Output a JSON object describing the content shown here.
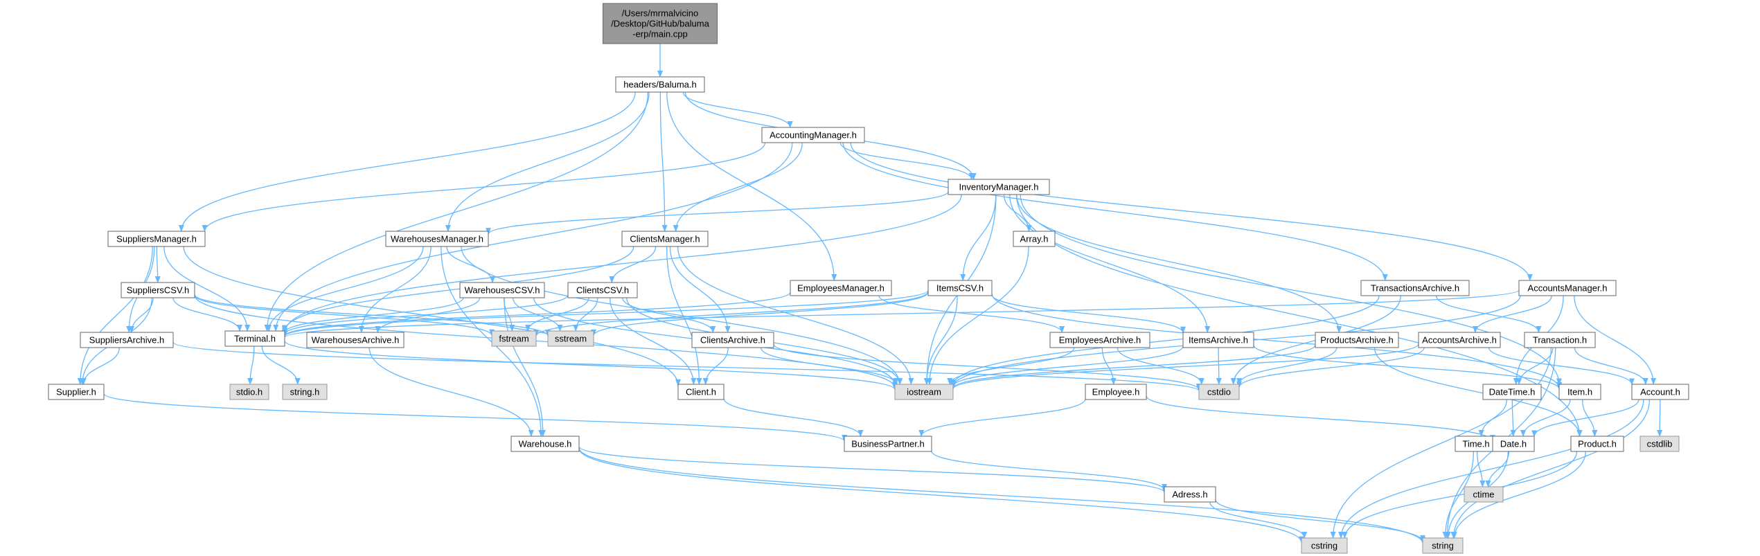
{
  "colors": {
    "edge": "#63b8ff",
    "file_fill": "#ffffff",
    "file_border": "#666666",
    "system_fill": "#e0e0e0",
    "system_border": "#999999",
    "root_fill": "#999999",
    "root_border": "#666666",
    "text": "#000000"
  },
  "diagram": {
    "nodes": [
      {
        "id": "main",
        "label": [
          "/Users/mrmalvicino",
          "/Desktop/GitHub/baluma",
          "-erp/main.cpp"
        ],
        "kind": "root"
      },
      {
        "id": "baluma",
        "label": [
          "headers/Baluma.h"
        ],
        "kind": "file"
      },
      {
        "id": "accountingmgr",
        "label": [
          "AccountingManager.h"
        ],
        "kind": "file"
      },
      {
        "id": "inventorymgr",
        "label": [
          "InventoryManager.h"
        ],
        "kind": "file"
      },
      {
        "id": "suppliersmgr",
        "label": [
          "SuppliersManager.h"
        ],
        "kind": "file"
      },
      {
        "id": "warehousesmgr",
        "label": [
          "WarehousesManager.h"
        ],
        "kind": "file"
      },
      {
        "id": "clientsmgr",
        "label": [
          "ClientsManager.h"
        ],
        "kind": "file"
      },
      {
        "id": "arrayh",
        "label": [
          "Array.h"
        ],
        "kind": "file"
      },
      {
        "id": "employeesmgr",
        "label": [
          "EmployeesManager.h"
        ],
        "kind": "file"
      },
      {
        "id": "itemscsv",
        "label": [
          "ItemsCSV.h"
        ],
        "kind": "file"
      },
      {
        "id": "transactionsarch",
        "label": [
          "TransactionsArchive.h"
        ],
        "kind": "file"
      },
      {
        "id": "accountsmgr",
        "label": [
          "AccountsManager.h"
        ],
        "kind": "file"
      },
      {
        "id": "supplierscsv",
        "label": [
          "SuppliersCSV.h"
        ],
        "kind": "file"
      },
      {
        "id": "warehousescsv",
        "label": [
          "WarehousesCSV.h"
        ],
        "kind": "file"
      },
      {
        "id": "clientscsv",
        "label": [
          "ClientsCSV.h"
        ],
        "kind": "file"
      },
      {
        "id": "terminal",
        "label": [
          "Terminal.h"
        ],
        "kind": "file"
      },
      {
        "id": "fstream",
        "label": [
          "fstream"
        ],
        "kind": "system"
      },
      {
        "id": "sstream",
        "label": [
          "sstream"
        ],
        "kind": "system"
      },
      {
        "id": "suppliersarch",
        "label": [
          "SuppliersArchive.h"
        ],
        "kind": "file"
      },
      {
        "id": "warehousesarch",
        "label": [
          "WarehousesArchive.h"
        ],
        "kind": "file"
      },
      {
        "id": "clientsarch",
        "label": [
          "ClientsArchive.h"
        ],
        "kind": "file"
      },
      {
        "id": "employeesarch",
        "label": [
          "EmployeesArchive.h"
        ],
        "kind": "file"
      },
      {
        "id": "itemsarch",
        "label": [
          "ItemsArchive.h"
        ],
        "kind": "file"
      },
      {
        "id": "productsarch",
        "label": [
          "ProductsArchive.h"
        ],
        "kind": "file"
      },
      {
        "id": "accountsarch",
        "label": [
          "AccountsArchive.h"
        ],
        "kind": "file"
      },
      {
        "id": "transactionh",
        "label": [
          "Transaction.h"
        ],
        "kind": "file"
      },
      {
        "id": "supplierh",
        "label": [
          "Supplier.h"
        ],
        "kind": "file"
      },
      {
        "id": "stdioh",
        "label": [
          "stdio.h"
        ],
        "kind": "system"
      },
      {
        "id": "stringh",
        "label": [
          "string.h"
        ],
        "kind": "system"
      },
      {
        "id": "clienth",
        "label": [
          "Client.h"
        ],
        "kind": "file"
      },
      {
        "id": "iostream",
        "label": [
          "iostream"
        ],
        "kind": "system"
      },
      {
        "id": "cstdio",
        "label": [
          "cstdio"
        ],
        "kind": "system"
      },
      {
        "id": "employeeh",
        "label": [
          "Employee.h"
        ],
        "kind": "file"
      },
      {
        "id": "datetimeh",
        "label": [
          "DateTime.h"
        ],
        "kind": "file"
      },
      {
        "id": "itemh",
        "label": [
          "Item.h"
        ],
        "kind": "file"
      },
      {
        "id": "accounth",
        "label": [
          "Account.h"
        ],
        "kind": "file"
      },
      {
        "id": "warehouseh",
        "label": [
          "Warehouse.h"
        ],
        "kind": "file"
      },
      {
        "id": "businesspartner",
        "label": [
          "BusinessPartner.h"
        ],
        "kind": "file"
      },
      {
        "id": "timeh",
        "label": [
          "Time.h"
        ],
        "kind": "file"
      },
      {
        "id": "dateh",
        "label": [
          "Date.h"
        ],
        "kind": "file"
      },
      {
        "id": "producth",
        "label": [
          "Product.h"
        ],
        "kind": "file"
      },
      {
        "id": "cstdlib",
        "label": [
          "cstdlib"
        ],
        "kind": "system"
      },
      {
        "id": "ctime",
        "label": [
          "ctime"
        ],
        "kind": "system"
      },
      {
        "id": "adressh",
        "label": [
          "Adress.h"
        ],
        "kind": "file"
      },
      {
        "id": "cstring",
        "label": [
          "cstring"
        ],
        "kind": "system"
      },
      {
        "id": "string",
        "label": [
          "string"
        ],
        "kind": "system"
      }
    ],
    "edges": [
      [
        "main",
        "baluma"
      ],
      [
        "baluma",
        "accountingmgr"
      ],
      [
        "baluma",
        "inventorymgr"
      ],
      [
        "baluma",
        "suppliersmgr"
      ],
      [
        "baluma",
        "warehousesmgr"
      ],
      [
        "baluma",
        "clientsmgr"
      ],
      [
        "baluma",
        "employeesmgr"
      ],
      [
        "baluma",
        "terminal"
      ],
      [
        "accountingmgr",
        "inventorymgr"
      ],
      [
        "accountingmgr",
        "suppliersmgr"
      ],
      [
        "accountingmgr",
        "clientsmgr"
      ],
      [
        "accountingmgr",
        "terminal"
      ],
      [
        "accountingmgr",
        "transactionsarch"
      ],
      [
        "accountingmgr",
        "accountsmgr"
      ],
      [
        "inventorymgr",
        "warehousesmgr"
      ],
      [
        "inventorymgr",
        "arrayh"
      ],
      [
        "inventorymgr",
        "itemscsv"
      ],
      [
        "inventorymgr",
        "itemsarch"
      ],
      [
        "inventorymgr",
        "productsarch"
      ],
      [
        "inventorymgr",
        "terminal"
      ],
      [
        "inventorymgr",
        "iostream"
      ],
      [
        "inventorymgr",
        "itemh"
      ],
      [
        "inventorymgr",
        "producth"
      ],
      [
        "suppliersmgr",
        "supplierscsv"
      ],
      [
        "suppliersmgr",
        "suppliersarch"
      ],
      [
        "suppliersmgr",
        "terminal"
      ],
      [
        "suppliersmgr",
        "supplierh"
      ],
      [
        "suppliersmgr",
        "clienth"
      ],
      [
        "warehousesmgr",
        "warehousescsv"
      ],
      [
        "warehousesmgr",
        "warehousesarch"
      ],
      [
        "warehousesmgr",
        "terminal"
      ],
      [
        "warehousesmgr",
        "warehouseh"
      ],
      [
        "warehousesmgr",
        "iostream"
      ],
      [
        "clientsmgr",
        "clientscsv"
      ],
      [
        "clientsmgr",
        "clientsarch"
      ],
      [
        "clientsmgr",
        "terminal"
      ],
      [
        "clientsmgr",
        "clienth"
      ],
      [
        "clientsmgr",
        "iostream"
      ],
      [
        "employeesmgr",
        "employeesarch"
      ],
      [
        "employeesmgr",
        "terminal"
      ],
      [
        "arrayh",
        "iostream"
      ],
      [
        "itemscsv",
        "terminal"
      ],
      [
        "itemscsv",
        "iostream"
      ],
      [
        "itemscsv",
        "fstream"
      ],
      [
        "itemscsv",
        "sstream"
      ],
      [
        "itemscsv",
        "itemsarch"
      ],
      [
        "itemscsv",
        "itemh"
      ],
      [
        "transactionsarch",
        "transactionh"
      ],
      [
        "transactionsarch",
        "iostream"
      ],
      [
        "transactionsarch",
        "cstdio"
      ],
      [
        "accountsmgr",
        "accountsarch"
      ],
      [
        "accountsmgr",
        "terminal"
      ],
      [
        "accountsmgr",
        "iostream"
      ],
      [
        "accountsmgr",
        "accounth"
      ],
      [
        "accountsmgr",
        "datetimeh"
      ],
      [
        "supplierscsv",
        "suppliersarch"
      ],
      [
        "supplierscsv",
        "terminal"
      ],
      [
        "supplierscsv",
        "fstream"
      ],
      [
        "supplierscsv",
        "sstream"
      ],
      [
        "supplierscsv",
        "supplierh"
      ],
      [
        "supplierscsv",
        "iostream"
      ],
      [
        "warehousescsv",
        "warehousesarch"
      ],
      [
        "warehousescsv",
        "terminal"
      ],
      [
        "warehousescsv",
        "fstream"
      ],
      [
        "warehousescsv",
        "sstream"
      ],
      [
        "warehousescsv",
        "warehouseh"
      ],
      [
        "warehousescsv",
        "iostream"
      ],
      [
        "clientscsv",
        "clientsarch"
      ],
      [
        "clientscsv",
        "terminal"
      ],
      [
        "clientscsv",
        "fstream"
      ],
      [
        "clientscsv",
        "sstream"
      ],
      [
        "clientscsv",
        "clienth"
      ],
      [
        "clientscsv",
        "iostream"
      ],
      [
        "terminal",
        "stdioh"
      ],
      [
        "terminal",
        "stringh"
      ],
      [
        "terminal",
        "iostream"
      ],
      [
        "suppliersarch",
        "supplierh"
      ],
      [
        "suppliersarch",
        "cstdio"
      ],
      [
        "warehousesarch",
        "warehouseh"
      ],
      [
        "clientsarch",
        "clienth"
      ],
      [
        "clientsarch",
        "iostream"
      ],
      [
        "clientsarch",
        "cstdio"
      ],
      [
        "employeesarch",
        "employeeh"
      ],
      [
        "employeesarch",
        "iostream"
      ],
      [
        "employeesarch",
        "cstdio"
      ],
      [
        "itemsarch",
        "itemh"
      ],
      [
        "itemsarch",
        "iostream"
      ],
      [
        "itemsarch",
        "cstdio"
      ],
      [
        "productsarch",
        "producth"
      ],
      [
        "productsarch",
        "iostream"
      ],
      [
        "productsarch",
        "cstdio"
      ],
      [
        "accountsarch",
        "accounth"
      ],
      [
        "accountsarch",
        "iostream"
      ],
      [
        "accountsarch",
        "cstdio"
      ],
      [
        "transactionh",
        "datetimeh"
      ],
      [
        "transactionh",
        "accounth"
      ],
      [
        "transactionh",
        "cstring"
      ],
      [
        "transactionh",
        "string"
      ],
      [
        "supplierh",
        "businesspartner"
      ],
      [
        "clienth",
        "businesspartner"
      ],
      [
        "employeeh",
        "businesspartner"
      ],
      [
        "employeeh",
        "dateh"
      ],
      [
        "datetimeh",
        "timeh"
      ],
      [
        "datetimeh",
        "dateh"
      ],
      [
        "itemh",
        "dateh"
      ],
      [
        "itemh",
        "producth"
      ],
      [
        "accounth",
        "dateh"
      ],
      [
        "accounth",
        "cstdlib"
      ],
      [
        "accounth",
        "cstring"
      ],
      [
        "accounth",
        "string"
      ],
      [
        "warehouseh",
        "adressh"
      ],
      [
        "warehouseh",
        "cstring"
      ],
      [
        "warehouseh",
        "string"
      ],
      [
        "businesspartner",
        "adressh"
      ],
      [
        "timeh",
        "ctime"
      ],
      [
        "timeh",
        "string"
      ],
      [
        "dateh",
        "ctime"
      ],
      [
        "dateh",
        "string"
      ],
      [
        "producth",
        "cstring"
      ],
      [
        "producth",
        "string"
      ],
      [
        "adressh",
        "cstring"
      ],
      [
        "adressh",
        "string"
      ]
    ]
  }
}
